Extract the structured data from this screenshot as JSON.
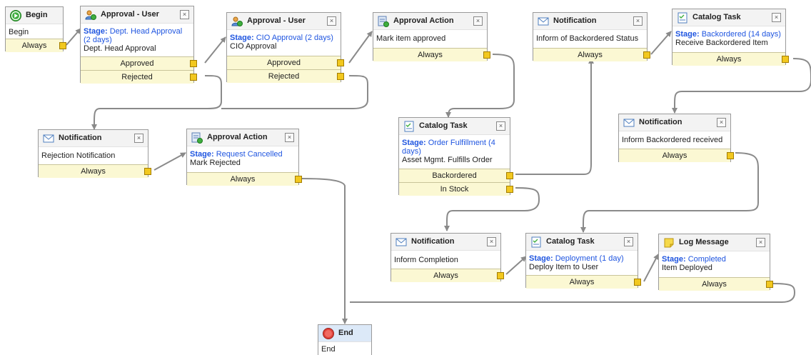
{
  "activities": {
    "begin": {
      "title": "Begin",
      "desc": "Begin",
      "conds": [
        "Always"
      ]
    },
    "appr_user1": {
      "title": "Approval - User",
      "stage_label": "Stage:",
      "stage": "Dept. Head Approval (2 days)",
      "desc": "Dept. Head Approval",
      "conds": [
        "Approved",
        "Rejected"
      ]
    },
    "appr_user2": {
      "title": "Approval - User",
      "stage_label": "Stage:",
      "stage": "CIO Approval (2 days)",
      "desc": "CIO Approval",
      "conds": [
        "Approved",
        "Rejected"
      ]
    },
    "appr_action1": {
      "title": "Approval Action",
      "desc": "Mark item approved",
      "conds": [
        "Always"
      ]
    },
    "notif_backordered": {
      "title": "Notification",
      "desc": "Inform of Backordered Status",
      "conds": [
        "Always"
      ]
    },
    "cat_backordered": {
      "title": "Catalog Task",
      "stage_label": "Stage:",
      "stage": "Backordered (14 days)",
      "desc": "Receive Backordered Item",
      "conds": [
        "Always"
      ]
    },
    "notif_rejection": {
      "title": "Notification",
      "desc": "Rejection Notification",
      "conds": [
        "Always"
      ]
    },
    "appr_action2": {
      "title": "Approval Action",
      "stage_label": "Stage:",
      "stage": "Request Cancelled",
      "desc": "Mark Rejected",
      "conds": [
        "Always"
      ]
    },
    "cat_fulfill": {
      "title": "Catalog Task",
      "stage_label": "Stage:",
      "stage": "Order Fulfillment (4 days)",
      "desc": "Asset Mgmt. Fulfills Order",
      "conds": [
        "Backordered",
        "In Stock"
      ]
    },
    "notif_received": {
      "title": "Notification",
      "desc": "Inform Backordered received",
      "conds": [
        "Always"
      ]
    },
    "notif_complete": {
      "title": "Notification",
      "desc": "Inform Completion",
      "conds": [
        "Always"
      ]
    },
    "cat_deploy": {
      "title": "Catalog Task",
      "stage_label": "Stage:",
      "stage": "Deployment (1 day)",
      "desc": "Deploy Item to User",
      "conds": [
        "Always"
      ]
    },
    "log_msg": {
      "title": "Log Message",
      "stage_label": "Stage:",
      "stage": "Completed",
      "desc": "Item Deployed",
      "conds": [
        "Always"
      ]
    },
    "end": {
      "title": "End",
      "desc": "End"
    }
  }
}
